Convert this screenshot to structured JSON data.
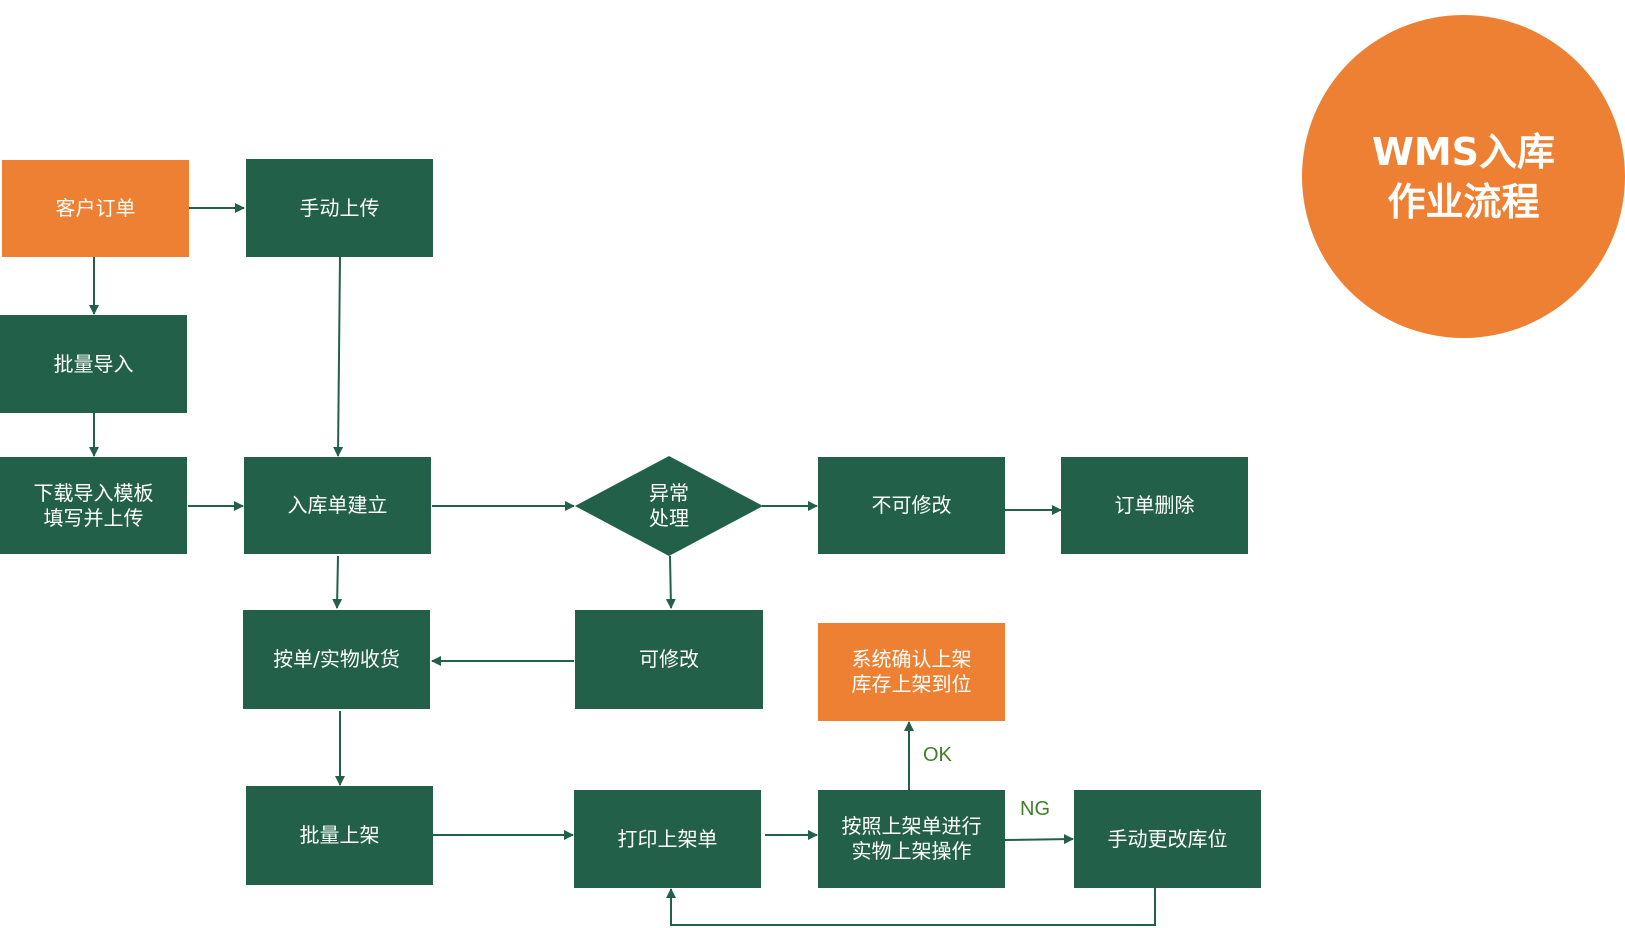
{
  "title": "WMS入库\n作业流程",
  "colors": {
    "green": "#226049",
    "orange": "#ed8033",
    "label": "#3f7f2a"
  },
  "nodes": {
    "customer_order": "客户订单",
    "manual_upload": "手动上传",
    "batch_import": "批量导入",
    "download_template": "下载导入模板\n填写并上传",
    "inbound_create": "入库单建立",
    "exception": "异常\n处理",
    "not_editable": "不可修改",
    "order_delete": "订单删除",
    "receive": "按单/实物收货",
    "editable": "可修改",
    "confirm_shelf": "系统确认上架\n库存上架到位",
    "batch_shelf": "批量上架",
    "print_sheet": "打印上架单",
    "shelf_operate": "按照上架单进行\n实物上架操作",
    "manual_change": "手动更改库位"
  },
  "labels": {
    "ok": "OK",
    "ng": "NG"
  }
}
